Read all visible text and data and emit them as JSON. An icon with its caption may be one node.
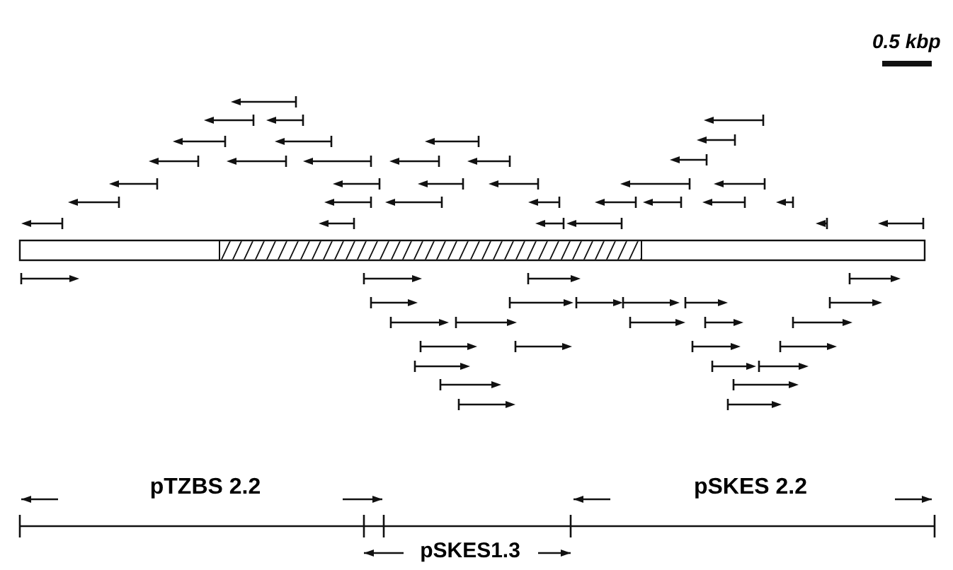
{
  "diagram": {
    "labels": [
      "0.5 kbp",
      "pTZBS 2.2",
      "pSKES 2.2",
      "pSKES1.3"
    ]
  }
}
